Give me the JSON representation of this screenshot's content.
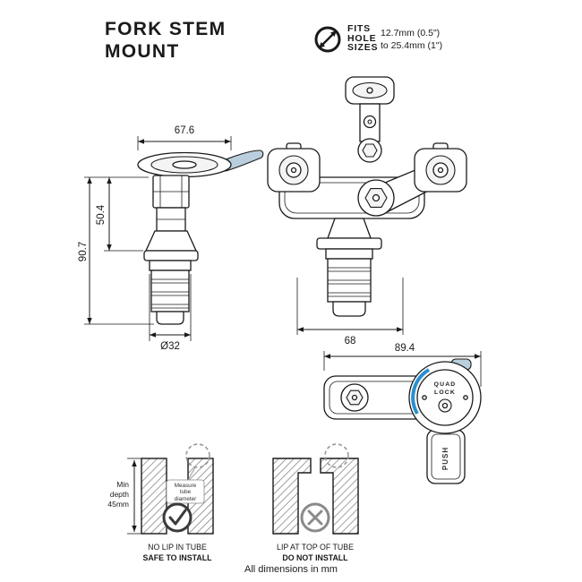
{
  "colors": {
    "line": "#1a1a1a",
    "accent_blue": "#2a8fd0",
    "gray": "#8a8a8a"
  },
  "header": {
    "title_line1": "FORK STEM",
    "title_line2": "MOUNT"
  },
  "fits_badge": {
    "icon": "hole-diameter-icon",
    "label_line1": "FITS",
    "label_line2": "HOLE",
    "label_line3": "SIZES",
    "range_line1": "12.7mm (0.5\")",
    "range_line2": "to 25.4mm (1\")"
  },
  "side_view": {
    "dim_width": "67.6",
    "dim_upper_height": "50.4",
    "dim_total_height": "90.7",
    "dim_diameter": "Ø32"
  },
  "front_view": {
    "dim_width": "68"
  },
  "profile_view": {
    "dim_width": "89.4",
    "dial_text_top": "QUAD",
    "dial_text_bottom": "LOCK",
    "plate_text": "PUSH"
  },
  "install_safe": {
    "depth_line1": "Min",
    "depth_line2": "depth",
    "depth_line3": "45mm",
    "measure_line1": "Measure",
    "measure_line2": "tube",
    "measure_line3": "diameter",
    "caption_line1": "NO LIP IN TUBE",
    "caption_line2": "SAFE TO INSTALL"
  },
  "install_unsafe": {
    "caption_line1": "LIP AT TOP OF TUBE",
    "caption_line2": "DO NOT INSTALL"
  },
  "footer": {
    "note": "All dimensions in mm"
  }
}
